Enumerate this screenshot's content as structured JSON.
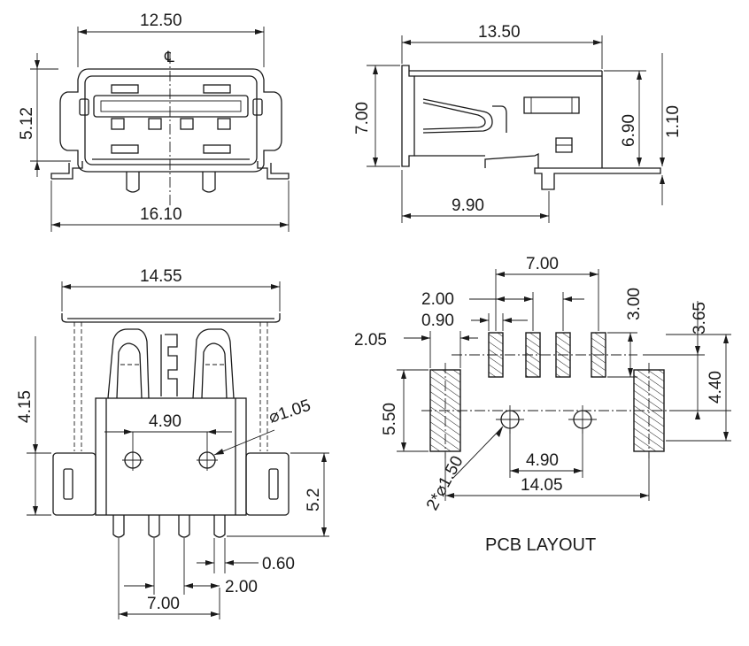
{
  "dimensions": {
    "front_width_inner": "12.50",
    "front_height": "5.12",
    "front_width_outer": "16.10",
    "centerline_symbol": "℄",
    "side_length": "13.50",
    "side_height": "7.00",
    "side_height_body": "6.90",
    "side_offset": "1.10",
    "side_tail": "9.90",
    "bottom_width": "14.55",
    "bottom_height": "4.15",
    "bottom_hole_spacing": "4.90",
    "bottom_hole_dia": "⌀1.05",
    "bottom_standoff": "5.2",
    "bottom_pin_width": "0.60",
    "bottom_pin_pitch": "2.00",
    "bottom_pin_span": "7.00",
    "pcb_pin_span": "7.00",
    "pcb_pin_pitch": "2.00",
    "pcb_pad_width": "0.90",
    "pcb_pad_height": "3.00",
    "pcb_tab_offset": "3.65",
    "pcb_tab_width": "2.05",
    "pcb_tab_height": "5.50",
    "pcb_tab_center": "4.40",
    "pcb_hole_dia": "2*⌀1.50",
    "pcb_hole_spacing": "4.90",
    "pcb_tab_span": "14.05"
  },
  "labels": {
    "pcb_layout": "PCB LAYOUT"
  }
}
